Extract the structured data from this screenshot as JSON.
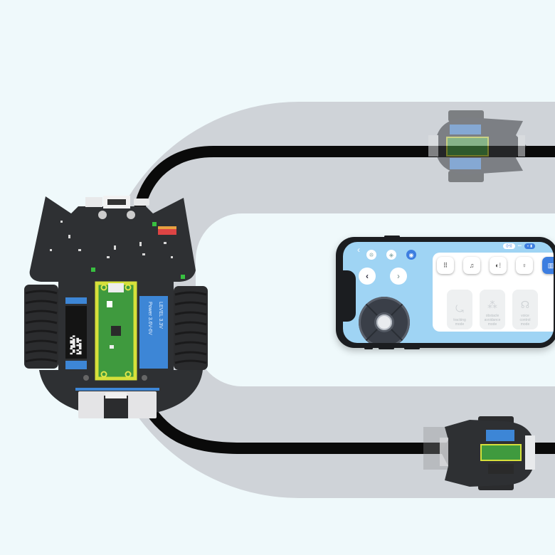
{
  "scene": {
    "description": "Line-following robot car on a track with smartphone control app",
    "colors": {
      "background": "#eff9fb",
      "track": "#cfd3d8",
      "line": "#0a0a0a",
      "pcb": "#2e3033",
      "pico_green": "#3f9a3e",
      "pico_pins": "#d6e03a",
      "module_blue": "#3d86d6",
      "wheel": "#2b2c2e",
      "app_accent": "#3d7ee0",
      "app_bg": "#9fd4f4"
    }
  },
  "robot": {
    "level_label": "LEVEL 3.3V",
    "power_label": "Power 3.6V-6V"
  },
  "phone_app": {
    "back_icon": "‹",
    "top_icons": [
      {
        "icon": "❊",
        "label": "",
        "active": false
      },
      {
        "icon": "◈",
        "label": "",
        "active": false
      },
      {
        "icon": "◉",
        "label": "",
        "active": true
      }
    ],
    "nav": {
      "left": "‹",
      "right": "›"
    },
    "status": {
      "left_pill": "((•))",
      "middle": "•••",
      "right_pill": "◐ ▮"
    },
    "mode_buttons": [
      {
        "icon": "⠿",
        "caption": "",
        "active": false
      },
      {
        "icon": "♫",
        "caption": "",
        "active": false
      },
      {
        "icon": "◐⁞",
        "caption": "",
        "active": false
      },
      {
        "icon": "♀",
        "caption": "",
        "active": false
      },
      {
        "icon": "▥",
        "caption": "",
        "active": true
      }
    ],
    "mode_cards": [
      {
        "icon": "⤿",
        "label_line1": "tracking",
        "label_line2": "mode"
      },
      {
        "icon": "⁂",
        "label_line1": "obstacle",
        "label_line2": "avoidance",
        "label_line3": "mode"
      },
      {
        "icon": "☊",
        "label_line1": "voice",
        "label_line2": "control",
        "label_line3": "mode"
      }
    ]
  }
}
